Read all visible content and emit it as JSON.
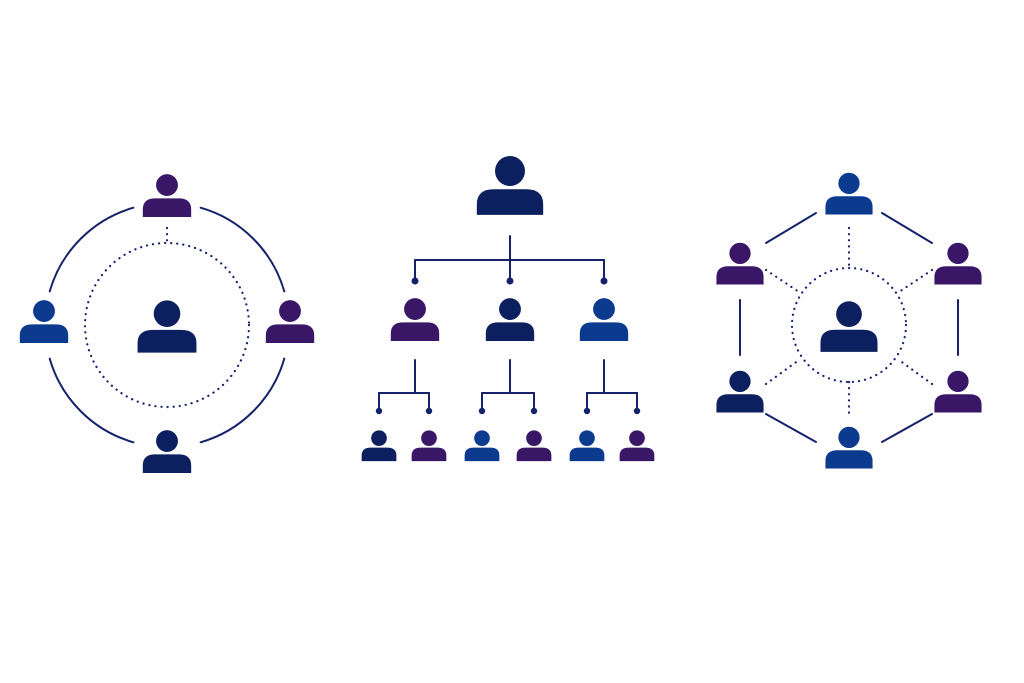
{
  "colors": {
    "navy": "#0c1f5e",
    "blue": "#0b3a8f",
    "purple": "#3a1766",
    "line": "#15226a",
    "background": "#fefefe"
  },
  "diagrams": [
    {
      "id": "ring",
      "center": {
        "icon": "person-icon",
        "color": "navy"
      },
      "members": [
        {
          "position": "top",
          "color": "purple"
        },
        {
          "position": "right",
          "color": "purple"
        },
        {
          "position": "bottom",
          "color": "navy"
        },
        {
          "position": "left",
          "color": "blue"
        }
      ]
    },
    {
      "id": "hierarchy",
      "root": {
        "color": "navy"
      },
      "levels": [
        {
          "nodes": [
            "purple",
            "navy",
            "blue"
          ]
        },
        {
          "nodes": [
            "navy",
            "purple",
            "blue",
            "purple",
            "blue",
            "purple"
          ]
        }
      ]
    },
    {
      "id": "hexagon-network",
      "center": {
        "color": "navy"
      },
      "members": [
        {
          "position": "top",
          "color": "blue"
        },
        {
          "position": "upper-right",
          "color": "purple"
        },
        {
          "position": "lower-right",
          "color": "purple"
        },
        {
          "position": "bottom",
          "color": "blue"
        },
        {
          "position": "lower-left",
          "color": "navy"
        },
        {
          "position": "upper-left",
          "color": "purple"
        }
      ]
    }
  ]
}
